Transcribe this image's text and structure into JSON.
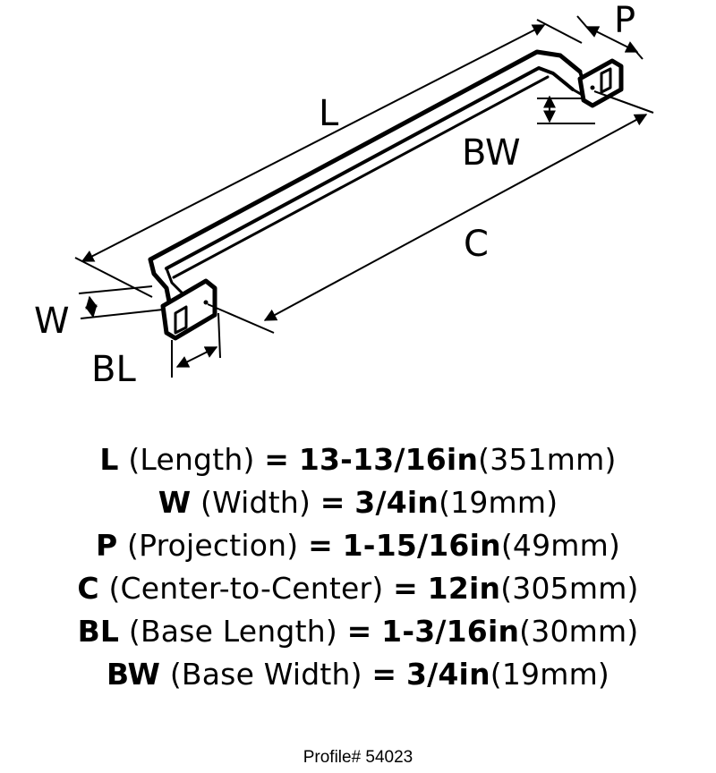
{
  "diagram": {
    "labels": {
      "L": "L",
      "P": "P",
      "BW": "BW",
      "C": "C",
      "W": "W",
      "BL": "BL"
    }
  },
  "specs": [
    {
      "abbr": "L",
      "name": "(Length)",
      "imperial": "13-13/16in",
      "metric": "(351mm)"
    },
    {
      "abbr": "W",
      "name": "(Width)",
      "imperial": "3/4in",
      "metric": "(19mm)"
    },
    {
      "abbr": "P",
      "name": "(Projection)",
      "imperial": "1-15/16in",
      "metric": "(49mm)"
    },
    {
      "abbr": "C",
      "name": "(Center-to-Center)",
      "imperial": "12in",
      "metric": "(305mm)"
    },
    {
      "abbr": "BL",
      "name": "(Base Length)",
      "imperial": "1-3/16in",
      "metric": "(30mm)"
    },
    {
      "abbr": "BW",
      "name": "(Base Width)",
      "imperial": "3/4in",
      "metric": "(19mm)"
    }
  ],
  "equals": "=",
  "profile": "Profile# 54023"
}
